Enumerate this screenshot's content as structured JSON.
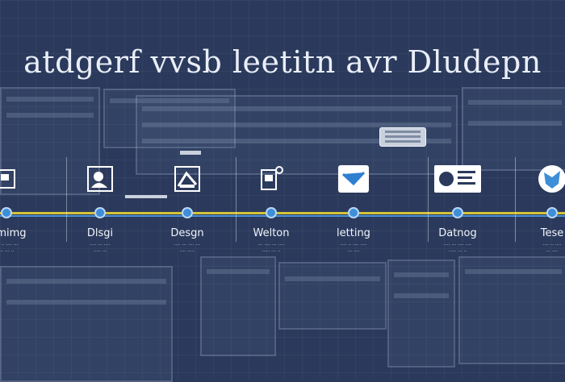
{
  "title": "atdgerf vvsb leetitn avr Dludepn",
  "stages": [
    {
      "label": "amimg",
      "icon": "page-icon",
      "desc": [
        "··· ·· ···· ···",
        "··· ··· ··"
      ]
    },
    {
      "label": "Dlsgi",
      "icon": "people-icon",
      "desc": [
        "···· ··· ····",
        "····· ···"
      ]
    },
    {
      "label": "Desgn",
      "icon": "design-icon",
      "desc": [
        "···· ··· ···· ···",
        "···· ·····"
      ]
    },
    {
      "label": "Welton",
      "icon": "document-icon",
      "desc": [
        "··· ···· ··· ····",
        "····· ··· ··"
      ]
    },
    {
      "label": "letting",
      "icon": "mail-icon",
      "desc": [
        "···· ·· ···· ····",
        "··· ····"
      ]
    },
    {
      "label": "Datnog",
      "icon": "card-icon",
      "desc": [
        "···· ··· ···· ····",
        "····· ··· ··"
      ]
    },
    {
      "label": "Tese",
      "icon": "shield-icon",
      "desc": [
        "···· ·· ····",
        "··· ····"
      ]
    }
  ],
  "colors": {
    "background": "#2b3a5c",
    "timeline": "#d4c33a",
    "node": "#3e8ed8",
    "text": "#f1f4fa"
  }
}
